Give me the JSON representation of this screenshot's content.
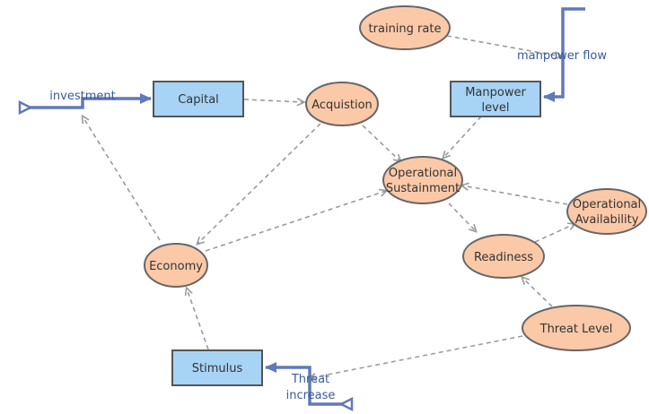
{
  "diagram": {
    "stocks": {
      "capital": "Capital",
      "manpower_line1": "Manpower",
      "manpower_line2": "level",
      "stimulus": "Stimulus"
    },
    "auxiliaries": {
      "training_rate": "training rate",
      "acquisition": "Acquistion",
      "operational_sustainment_line1": "Operational",
      "operational_sustainment_line2": "Sustainment",
      "operational_availability_line1": "Operational",
      "operational_availability_line2": "Availability",
      "readiness": "Readiness",
      "economy": "Economy",
      "threat_level": "Threat Level"
    },
    "flows": {
      "investment": "investment",
      "manpower_flow": "manpower flow",
      "threat_increase_line1": "Threat",
      "threat_increase_line2": "increase"
    },
    "colors": {
      "stock_fill": "#a7d3f5",
      "auxiliary_fill": "#fbc9a7",
      "flow_stroke": "#6279b8",
      "link_stroke": "#9a9a9a"
    }
  }
}
